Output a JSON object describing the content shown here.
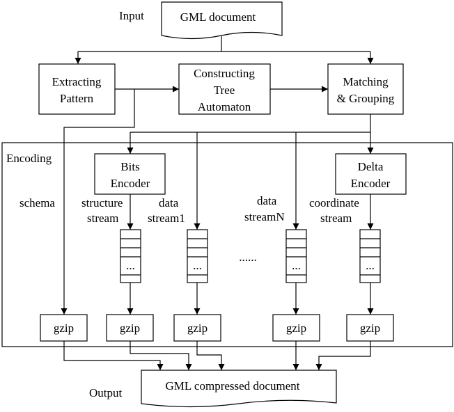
{
  "labels": {
    "input": "Input",
    "output": "Output",
    "encoding": "Encoding",
    "gml_document": "GML document",
    "gml_compressed": "GML compressed document",
    "extracting_1": "Extracting",
    "extracting_2": "Pattern",
    "constructing_1": "Constructing",
    "constructing_2": "Tree",
    "constructing_3": "Automaton",
    "matching_1": "Matching",
    "matching_2": "& Grouping",
    "bits_1": "Bits",
    "bits_2": "Encoder",
    "delta_1": "Delta",
    "delta_2": "Encoder",
    "schema": "schema",
    "structure_1": "structure",
    "structure_2": "stream",
    "data1_1": "data",
    "data1_2": "stream1",
    "dataN_1": "data",
    "dataN_2": "streamN",
    "coordinate_1": "coordinate",
    "coordinate_2": "stream",
    "ellipsis": "......",
    "buffer_dots": "...",
    "gzip": "gzip"
  },
  "colors": {
    "stroke": "#000000",
    "background": "#ffffff"
  }
}
